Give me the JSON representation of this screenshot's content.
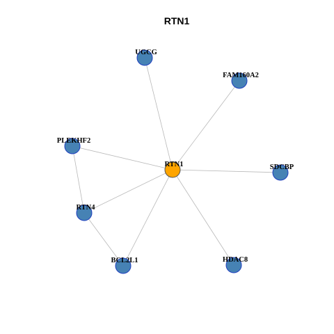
{
  "title": "RTN1",
  "colors": {
    "hub_fill": "#FFA500",
    "hub_stroke": "#555555",
    "node_fill": "#4682B4",
    "node_stroke": "#1f3fbf",
    "edge": "#b8b8b8"
  },
  "nodes": [
    {
      "id": "RTN1",
      "label": "RTN1",
      "hub": true
    },
    {
      "id": "UGCG",
      "label": "UGCG"
    },
    {
      "id": "FAM160A2",
      "label": "FAM160A2"
    },
    {
      "id": "PLEKHF2",
      "label": "PLEKHF2"
    },
    {
      "id": "SDCBP",
      "label": "SDCBP"
    },
    {
      "id": "RTN4",
      "label": "RTN4"
    },
    {
      "id": "BCL2L1",
      "label": "BCL2L1"
    },
    {
      "id": "HDAC8",
      "label": "HDAC8"
    }
  ],
  "edges": [
    [
      "RTN1",
      "UGCG"
    ],
    [
      "RTN1",
      "FAM160A2"
    ],
    [
      "RTN1",
      "PLEKHF2"
    ],
    [
      "RTN1",
      "SDCBP"
    ],
    [
      "RTN1",
      "RTN4"
    ],
    [
      "RTN1",
      "BCL2L1"
    ],
    [
      "RTN1",
      "HDAC8"
    ],
    [
      "PLEKHF2",
      "RTN4"
    ],
    [
      "RTN4",
      "BCL2L1"
    ]
  ]
}
